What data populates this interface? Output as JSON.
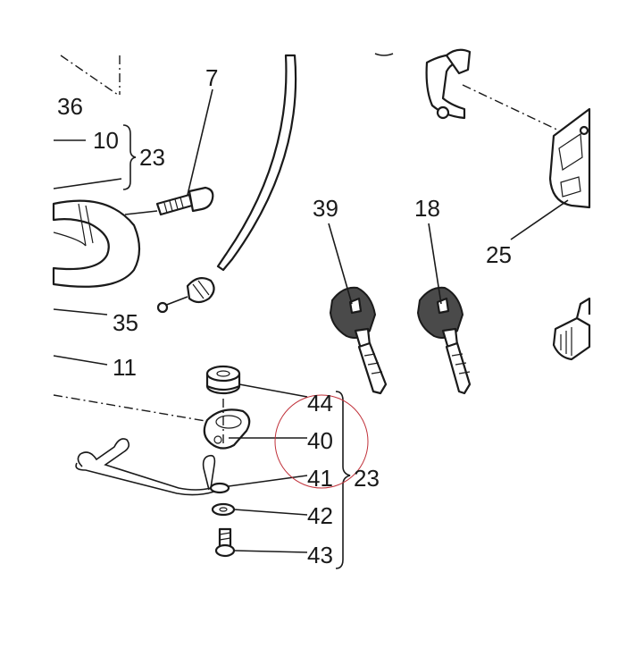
{
  "callouts": {
    "c36": "36",
    "c10": "10",
    "c23_top": "23",
    "c7": "7",
    "c39": "39",
    "c18": "18",
    "c25": "25",
    "c35": "35",
    "c11": "11",
    "c44": "44",
    "c40": "40",
    "c41": "41",
    "c42": "42",
    "c43": "43",
    "c23_bottom": "23"
  },
  "highlight": {
    "target": "40",
    "color": "#c0313a"
  }
}
